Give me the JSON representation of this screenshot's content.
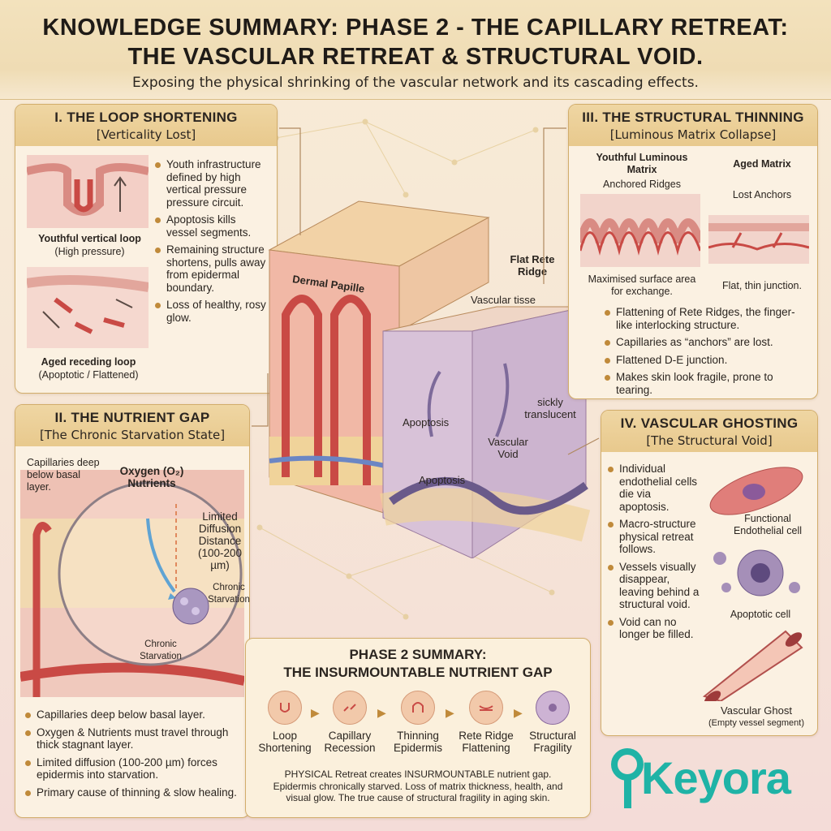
{
  "header": {
    "title_line1": "KNOWLEDGE SUMMARY: PHASE 2 - THE CAPILLARY RETREAT:",
    "title_line2": "THE VASCULAR RETREAT & STRUCTURAL VOID.",
    "subtitle": "Exposing the physical shrinking of the vascular network and its cascading effects."
  },
  "panel1": {
    "title": "I. THE LOOP SHORTENING",
    "subtitle": "[Verticality Lost]",
    "label_young": "Youthful vertical loop",
    "label_young_sub": "(High pressure)",
    "label_aged": "Aged receding loop",
    "label_aged_sub": "(Apoptotic / Flattened)",
    "bullets": [
      "Youth infrastructure defined by high vertical pressure pressure circuit.",
      "Apoptosis kills vessel segments.",
      "Remaining structure shortens, pulls away from epidermal boundary.",
      "Loss of healthy, rosy glow."
    ]
  },
  "panel2": {
    "title": "II. THE NUTRIENT GAP",
    "subtitle": "[The Chronic Starvation State]",
    "label_capillaries": "Capillaries deep below basal layer.",
    "label_oxygen": "Oxygen (O₂) Nutrients",
    "label_diffusion": "Limited Diffusion Distance (100-200 µm)",
    "label_chronic1": "Chronic Starvation",
    "label_chronic2": "Chronic Starvation",
    "bullets": [
      "Capillaries deep below basal layer.",
      "Oxygen & Nutrients must travel through thick stagnant layer.",
      "Limited diffusion (100-200 µm) forces epidermis into starvation.",
      "Primary cause of thinning & slow healing."
    ]
  },
  "panel3": {
    "title": "III. THE STRUCTURAL THINNING",
    "subtitle": "[Luminous Matrix Collapse]",
    "label_youthful": "Youthful Luminous Matrix",
    "label_anchored": "Anchored Ridges",
    "label_aged": "Aged Matrix",
    "label_lost": "Lost Anchors",
    "label_max": "Maximised surface area for exchange.",
    "label_flat": "Flat, thin junction.",
    "bullets": [
      "Flattening of Rete Ridges, the finger-like interlocking structure.",
      "Capillaries as “anchors” are lost.",
      "Flattened D-E junction.",
      "Makes skin look fragile, prone to tearing."
    ]
  },
  "panel4": {
    "title": "IV. VASCULAR GHOSTING",
    "subtitle": "[The Structural Void]",
    "bullets": [
      "Individual endothelial cells die via apoptosis.",
      "Macro-structure physical retreat follows.",
      "Vessels visually disappear, leaving behind a structural void.",
      "Void can no longer be filled."
    ],
    "label_functional": "Functional Endothelial cell",
    "label_apoptotic": "Apoptotic cell",
    "label_ghost": "Vascular Ghost",
    "label_ghost_sub": "(Empty vessel segment)"
  },
  "center": {
    "label_dermal": "Dermal Papille",
    "label_flat_rete": "Flat Rete Ridge",
    "label_vascular_tisse": "Vascular tisse",
    "label_sickly": "sickly translucent",
    "label_apoptosis1": "Apoptosis",
    "label_vascular_void": "Vascular Void",
    "label_apoptosis2": "Apoptosis"
  },
  "summary": {
    "title_line1": "PHASE 2 SUMMARY:",
    "title_line2": "THE INSURMOUNTABLE NUTRIENT GAP",
    "steps": [
      {
        "label": "Loop Shortening"
      },
      {
        "label": "Capillary Recession"
      },
      {
        "label": "Thinning Epidermis"
      },
      {
        "label": "Rete Ridge Flattening"
      },
      {
        "label": "Structural Fragility"
      }
    ],
    "text_line1": "PHYSICAL Retreat creates INSURMOUNTABLE nutrient gap.",
    "text_line2": "Epidermis chronically starved. Loss of matrix thickness, health, and",
    "text_line3": "visual glow. The true cause of structural fragility in aging skin."
  },
  "brand": {
    "name": "Keyora"
  },
  "colors": {
    "accent_gold": "#d2ad6b",
    "vessel_red": "#c94a45",
    "void_purple": "#8a6a9e",
    "brand_teal": "#1fb3a6"
  }
}
